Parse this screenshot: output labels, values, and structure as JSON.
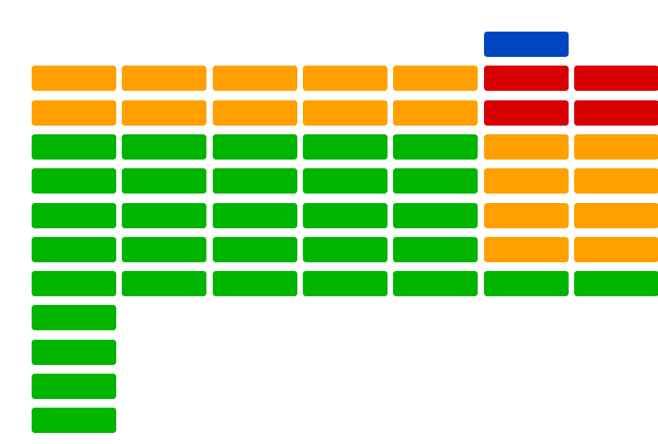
{
  "colors": {
    "green": "#00b400",
    "orange": "#ffa000",
    "red": "#d80000",
    "blue": "#0046c0"
  },
  "rows": [
    [
      "",
      "",
      "",
      "",
      "",
      "blue",
      ""
    ],
    [
      "orange",
      "orange",
      "orange",
      "orange",
      "orange",
      "red",
      "red"
    ],
    [
      "orange",
      "orange",
      "orange",
      "orange",
      "orange",
      "red",
      "red"
    ],
    [
      "green",
      "green",
      "green",
      "green",
      "green",
      "orange",
      "orange"
    ],
    [
      "green",
      "green",
      "green",
      "green",
      "green",
      "orange",
      "orange"
    ],
    [
      "green",
      "green",
      "green",
      "green",
      "green",
      "orange",
      "orange"
    ],
    [
      "green",
      "green",
      "green",
      "green",
      "green",
      "orange",
      "orange"
    ],
    [
      "green",
      "green",
      "green",
      "green",
      "green",
      "green",
      "green"
    ],
    [
      "green",
      "",
      "",
      "",
      "",
      "",
      ""
    ],
    [
      "green",
      "",
      "",
      "",
      "",
      "",
      ""
    ],
    [
      "green",
      "",
      "",
      "",
      "",
      "",
      ""
    ],
    [
      "green",
      "",
      "",
      "",
      "",
      "",
      ""
    ]
  ]
}
